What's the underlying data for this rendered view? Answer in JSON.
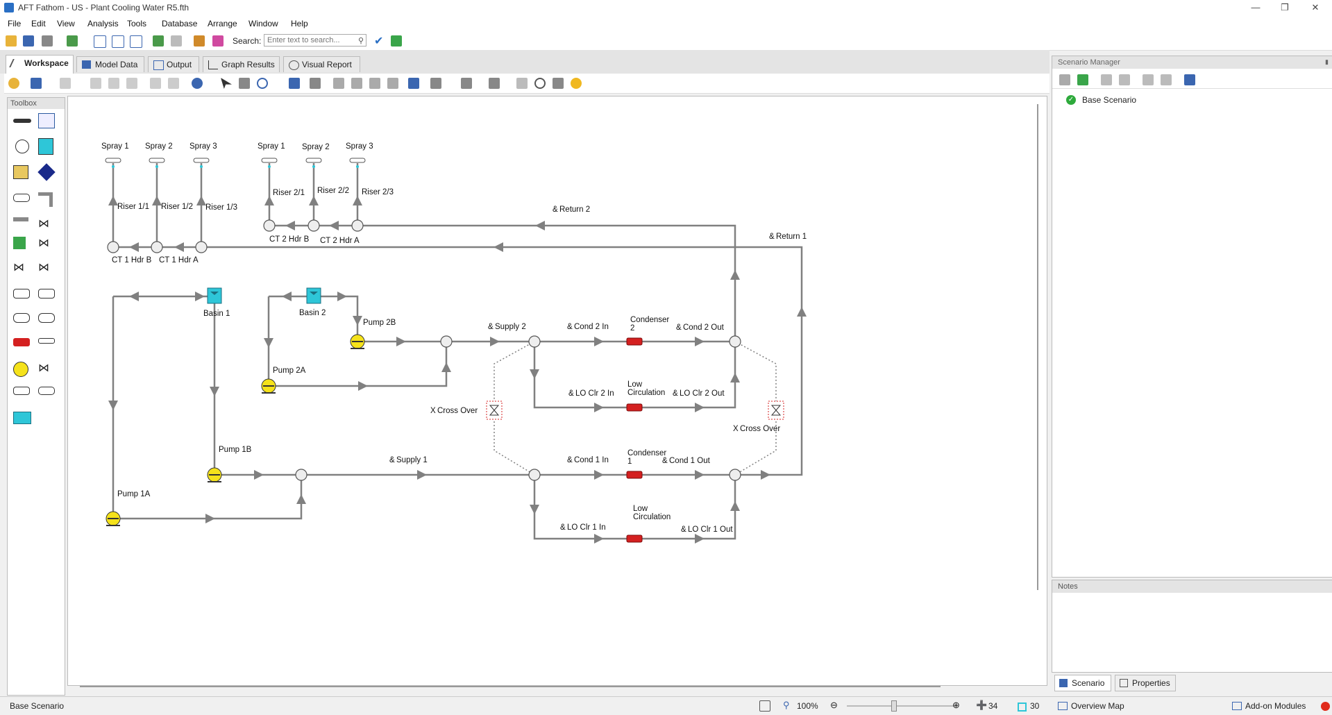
{
  "window": {
    "title": "AFT Fathom - US - Plant Cooling Water R5.fth"
  },
  "menu": [
    "File",
    "Edit",
    "View",
    "Analysis",
    "Tools",
    "Database",
    "Arrange",
    "Window",
    "Help"
  ],
  "toolbar": {
    "search_label": "Search:",
    "search_placeholder": "Enter text to search..."
  },
  "tabs": [
    "Workspace",
    "Model Data",
    "Output",
    "Graph Results",
    "Visual Report"
  ],
  "toolbox": {
    "title": "Toolbox"
  },
  "scenario_manager": {
    "title": "Scenario Manager",
    "items": [
      "Base Scenario"
    ]
  },
  "notes": {
    "title": "Notes"
  },
  "bottom_tabs": [
    "Scenario",
    "Properties"
  ],
  "status": {
    "scenario": "Base Scenario",
    "zoom": "100%",
    "pipe_count": "34",
    "junction_count": "30",
    "overview": "Overview Map",
    "addons": "Add-on Modules"
  },
  "diagram": {
    "spray_labels": [
      "Spray 1",
      "Spray 2",
      "Spray 3",
      "Spray 1",
      "Spray 2",
      "Spray 3"
    ],
    "risers": [
      "Riser 1/1",
      "Riser 1/2",
      "Riser 1/3",
      "Riser 2/1",
      "Riser 2/2",
      "Riser 2/3"
    ],
    "headers": [
      "CT 1 Hdr B",
      "CT 1 Hdr A",
      "CT 2 Hdr B",
      "CT 2 Hdr A"
    ],
    "basins": [
      "Basin 1",
      "Basin 2"
    ],
    "pumps": [
      "Pump 2B",
      "Pump 2A",
      "Pump 1B",
      "Pump 1A"
    ],
    "pipes": {
      "return2": "Return 2",
      "return1": "Return 1",
      "supply2": "Supply 2",
      "cond2in": "Cond 2 In",
      "cond2out": "Cond 2 Out",
      "lo2in": "LO Clr 2 In",
      "lo2out": "LO Clr 2 Out",
      "supply1": "Supply 1",
      "cond1in": "Cond 1 In",
      "cond1out": "Cond 1 Out",
      "lo1in": "LO Clr 1 In",
      "lo1out": "LO Clr 1 Out"
    },
    "pipe_prefix": "&",
    "crossover_prefix": "X",
    "crossovers": [
      "Cross Over",
      "Cross Over"
    ],
    "condenser2": [
      "Condenser",
      "2"
    ],
    "condenser1": [
      "Condenser",
      "1"
    ],
    "lowcirc2": [
      "Low",
      "Circulation"
    ],
    "lowcirc1": [
      "Low",
      "Circulation"
    ]
  },
  "colors": {
    "pipe": "#808080",
    "pump": "#f5e21b",
    "heat_exchanger": "#d42020",
    "basin": "#2ec6d8",
    "label_accent": "#e02020"
  }
}
